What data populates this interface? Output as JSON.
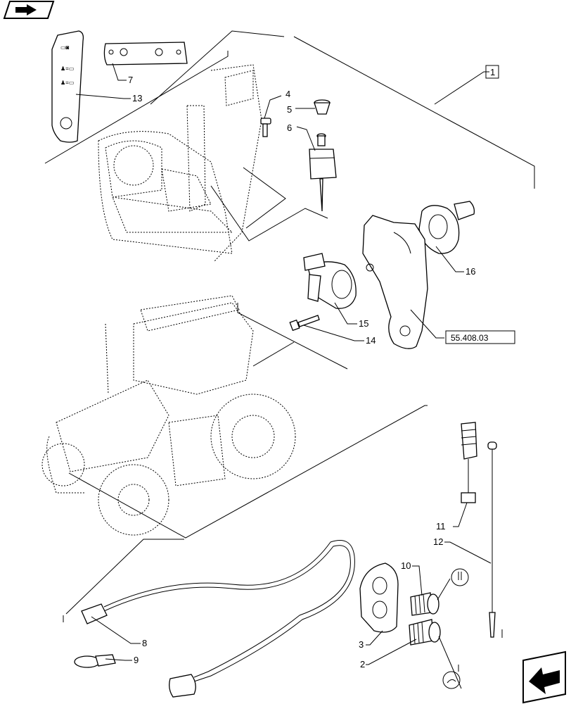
{
  "labels": {
    "l1": "1",
    "l2": "2",
    "l3": "3",
    "l4": "4",
    "l5": "5",
    "l6": "6",
    "l7": "7",
    "l8": "8",
    "l9": "9",
    "l10": "10",
    "l11": "11",
    "l12": "12",
    "l13": "13",
    "l14": "14",
    "l15": "15",
    "l16": "16",
    "ref": "55.408.03"
  },
  "icons": {
    "top_left": "open-book-arrow-icon",
    "bottom_right": "next-page-arrow-icon"
  }
}
